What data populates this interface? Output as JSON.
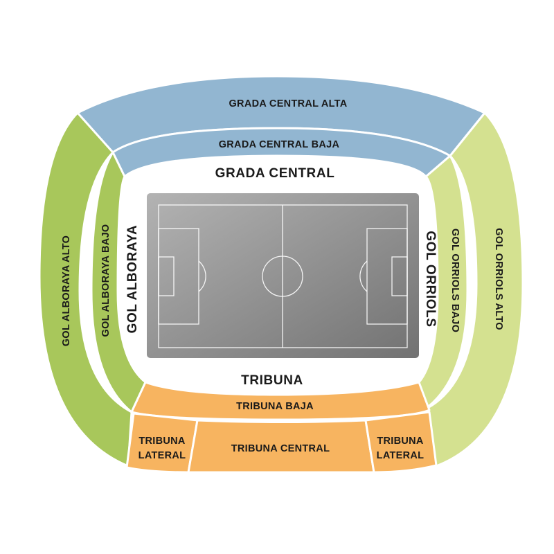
{
  "sections": {
    "grada_central_alta": {
      "label": "GRADA CENTRAL ALTA",
      "color": "#92b6d1"
    },
    "grada_central_baja": {
      "label": "GRADA CENTRAL BAJA",
      "color": "#92b6d1"
    },
    "gol_alboraya_alto": {
      "label": "GOL ALBORAYA ALTO",
      "color": "#a8c75b"
    },
    "gol_alboraya_bajo": {
      "label": "GOL ALBORAYA BAJO",
      "color": "#a8c75b"
    },
    "gol_orriols_alto": {
      "label": "GOL ORRIOLS ALTO",
      "color": "#d4e190"
    },
    "gol_orriols_bajo": {
      "label": "GOL ORRIOLS BAJO",
      "color": "#d4e190"
    },
    "tribuna_baja": {
      "label": "TRIBUNA BAJA",
      "color": "#f7b460"
    },
    "tribuna_central": {
      "label": "TRIBUNA CENTRAL",
      "color": "#f7b460"
    },
    "tribuna_lateral_left": {
      "label_line1": "TRIBUNA",
      "label_line2": "LATERAL",
      "color": "#f7b460"
    },
    "tribuna_lateral_right": {
      "label_line1": "TRIBUNA",
      "label_line2": "LATERAL",
      "color": "#f7b460"
    }
  },
  "stands": {
    "north": "GRADA CENTRAL",
    "south": "TRIBUNA",
    "west": "GOL ALBORAYA",
    "east": "GOL ORRIOLS"
  },
  "pitch": {
    "color_light": "#b3b3b3",
    "color_dark": "#727272"
  }
}
